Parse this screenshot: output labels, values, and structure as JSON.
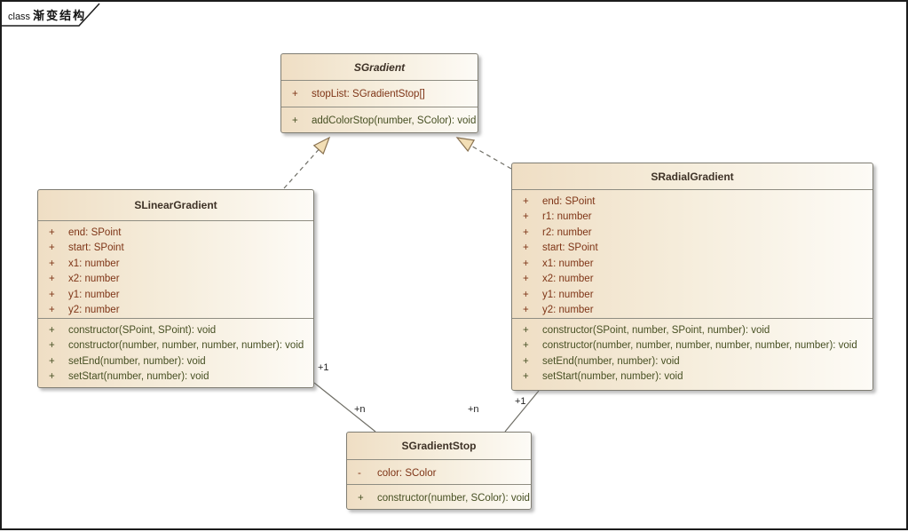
{
  "frame": {
    "keyword": "class",
    "title": "渐变结构"
  },
  "colors": {
    "attribute_text": "#7e3416",
    "method_text": "#475023",
    "box_fill_left": "#efdec4",
    "box_fill_right": "#fdfbf6",
    "box_border": "#7f7d73",
    "connector_line": "#6f6e66",
    "arrowhead_fill": "#f2deb5",
    "arrowhead_border": "#8a7352"
  },
  "classes": [
    {
      "name": "SGradient",
      "abstract": true,
      "attributes": [
        {
          "vis": "+",
          "text": "stopList: SGradientStop[]"
        }
      ],
      "methods": [
        {
          "vis": "+",
          "text": "addColorStop(number, SColor): void"
        }
      ]
    },
    {
      "name": "SLinearGradient",
      "abstract": false,
      "attributes": [
        {
          "vis": "+",
          "text": "end: SPoint"
        },
        {
          "vis": "+",
          "text": "start: SPoint"
        },
        {
          "vis": "+",
          "text": "x1: number"
        },
        {
          "vis": "+",
          "text": "x2: number"
        },
        {
          "vis": "+",
          "text": "y1: number"
        },
        {
          "vis": "+",
          "text": "y2: number"
        }
      ],
      "methods": [
        {
          "vis": "+",
          "text": "constructor(SPoint, SPoint): void"
        },
        {
          "vis": "+",
          "text": "constructor(number, number, number, number): void"
        },
        {
          "vis": "+",
          "text": "setEnd(number, number): void"
        },
        {
          "vis": "+",
          "text": "setStart(number, number): void"
        }
      ]
    },
    {
      "name": "SRadialGradient",
      "abstract": false,
      "attributes": [
        {
          "vis": "+",
          "text": "end: SPoint"
        },
        {
          "vis": "+",
          "text": "r1: number"
        },
        {
          "vis": "+",
          "text": "r2: number"
        },
        {
          "vis": "+",
          "text": "start: SPoint"
        },
        {
          "vis": "+",
          "text": "x1: number"
        },
        {
          "vis": "+",
          "text": "x2: number"
        },
        {
          "vis": "+",
          "text": "y1: number"
        },
        {
          "vis": "+",
          "text": "y2: number"
        }
      ],
      "methods": [
        {
          "vis": "+",
          "text": "constructor(SPoint, number, SPoint, number): void"
        },
        {
          "vis": "+",
          "text": "constructor(number, number, number, number, number, number): void"
        },
        {
          "vis": "+",
          "text": "setEnd(number, number): void"
        },
        {
          "vis": "+",
          "text": "setStart(number, number): void"
        }
      ]
    },
    {
      "name": "SGradientStop",
      "abstract": false,
      "attributes": [
        {
          "vis": "-",
          "text": "color: SColor"
        }
      ],
      "methods": [
        {
          "vis": "+",
          "text": "constructor(number, SColor): void"
        }
      ]
    }
  ],
  "connectors": {
    "linear_to_stop": {
      "source_mult": "+1",
      "target_mult": "+n"
    },
    "radial_to_stop": {
      "source_mult": "+1",
      "target_mult": "+n"
    }
  }
}
